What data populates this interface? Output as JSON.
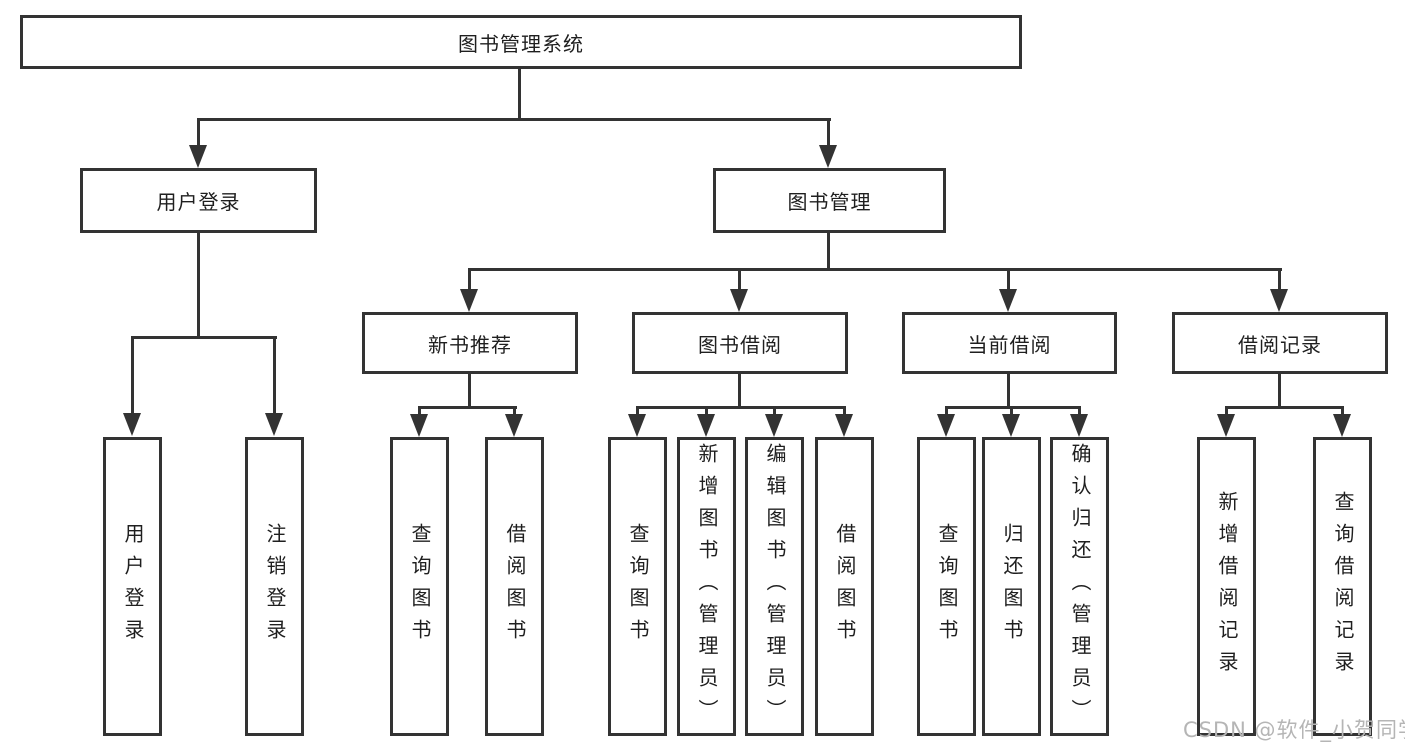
{
  "tree": {
    "root": {
      "label": "图书管理系统",
      "children": [
        {
          "label": "用户登录",
          "children": [
            {
              "label": "用户登录"
            },
            {
              "label": "注销登录"
            }
          ]
        },
        {
          "label": "图书管理",
          "children": [
            {
              "label": "新书推荐",
              "children": [
                {
                  "label": "查询图书"
                },
                {
                  "label": "借阅图书"
                }
              ]
            },
            {
              "label": "图书借阅",
              "children": [
                {
                  "label": "查询图书"
                },
                {
                  "label": "新增图书（管理员）"
                },
                {
                  "label": "编辑图书（管理员）"
                },
                {
                  "label": "借阅图书"
                }
              ]
            },
            {
              "label": "当前借阅",
              "children": [
                {
                  "label": "查询图书"
                },
                {
                  "label": "归还图书"
                },
                {
                  "label": "确认归还（管理员）"
                }
              ]
            },
            {
              "label": "借阅记录",
              "children": [
                {
                  "label": "新增借阅记录"
                },
                {
                  "label": "查询借阅记录"
                }
              ]
            }
          ]
        }
      ]
    }
  },
  "watermark": {
    "text": "CSDN @软件_小贺同学"
  },
  "colors": {
    "line": "#333333",
    "text": "#1f1f1f",
    "watermark": "#b5b5b5",
    "background": "#ffffff"
  }
}
